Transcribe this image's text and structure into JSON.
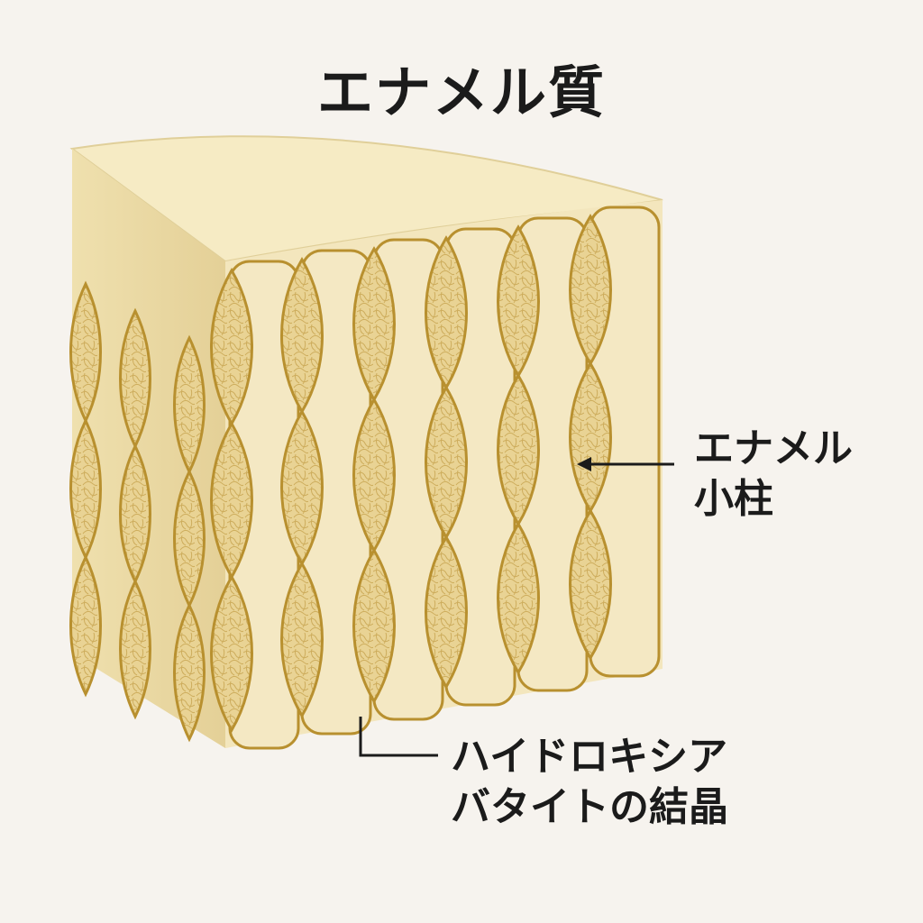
{
  "title": "エナメル質",
  "labels": {
    "enamel_rod": [
      "エナメル",
      "小柱"
    ],
    "hydroxyapatite": [
      "ハイドロキシア",
      "バタイトの結晶"
    ]
  },
  "colors": {
    "background": "#f6f3ee",
    "enamel_fill": "#f3e6bd",
    "enamel_light": "#f7edc9",
    "side_face": "#ead9a4",
    "rod_outline": "#b8902f",
    "crystal_fill": "#e7cf8e",
    "crystal_line": "#c9a450",
    "text": "#1b1b1b"
  }
}
